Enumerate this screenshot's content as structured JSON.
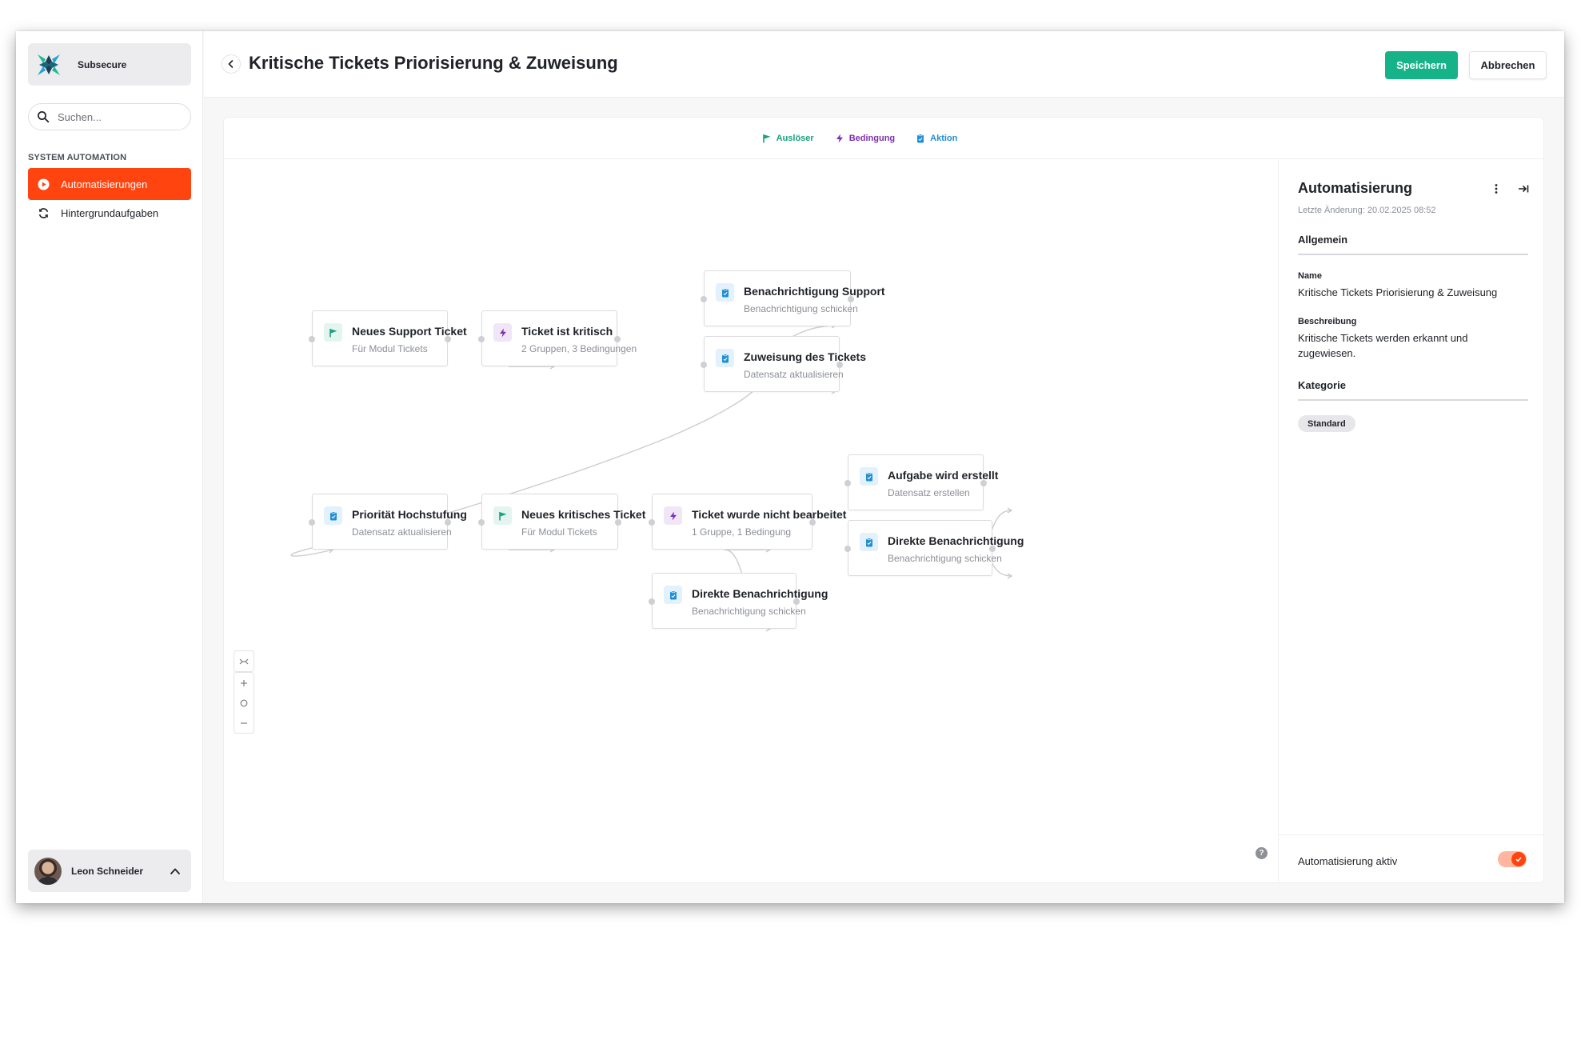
{
  "app": {
    "brand_name": "Subsecure",
    "search_placeholder": "Suchen...",
    "section_title": "SYSTEM AUTOMATION",
    "nav": [
      {
        "label": "Automatisierungen",
        "icon": "play-circle-icon",
        "active": true
      },
      {
        "label": "Hintergrundaufgaben",
        "icon": "refresh-icon",
        "active": false
      }
    ],
    "user_name": "Leon Schneider"
  },
  "header": {
    "title": "Kritische Tickets Priorisierung & Zuweisung",
    "save_label": "Speichern",
    "cancel_label": "Abbrechen"
  },
  "legend": {
    "trigger": "Auslöser",
    "condition": "Bedingung",
    "action": "Aktion"
  },
  "colors": {
    "accent": "#ff4410",
    "save": "#16b288",
    "trigger": "#16a37f",
    "condition": "#7c2fb0",
    "action": "#1e8fd6"
  },
  "nodes": [
    {
      "id": "n1",
      "type": "trigger",
      "icon": "flag-icon",
      "title": "Neues Support Ticket",
      "subtitle": "Für Modul Tickets"
    },
    {
      "id": "n2",
      "type": "condition",
      "icon": "bolt-icon",
      "title": "Ticket ist kritisch",
      "subtitle": "2 Gruppen, 3 Bedingungen"
    },
    {
      "id": "n3",
      "type": "action",
      "icon": "clipboard-icon",
      "title": "Benachrichtigung Support",
      "subtitle": "Benachrichtigung schicken"
    },
    {
      "id": "n4",
      "type": "action",
      "icon": "clipboard-icon",
      "title": "Zuweisung des Tickets",
      "subtitle": "Datensatz aktualisieren"
    },
    {
      "id": "n5",
      "type": "action",
      "icon": "clipboard-icon",
      "title": "Priorität Hochstufung",
      "subtitle": "Datensatz aktualisieren"
    },
    {
      "id": "n6",
      "type": "trigger",
      "icon": "flag-icon",
      "title": "Neues kritisches Ticket",
      "subtitle": "Für Modul Tickets"
    },
    {
      "id": "n7",
      "type": "condition",
      "icon": "bolt-icon",
      "title": "Ticket wurde nicht bearbeitet",
      "subtitle": "1 Gruppe, 1 Bedingung"
    },
    {
      "id": "n8",
      "type": "action",
      "icon": "clipboard-icon",
      "title": "Aufgabe wird erstellt",
      "subtitle": "Datensatz erstellen"
    },
    {
      "id": "n9",
      "type": "action",
      "icon": "clipboard-icon",
      "title": "Direkte Benachrichtigung",
      "subtitle": "Benachrichtigung schicken"
    },
    {
      "id": "n10",
      "type": "action",
      "icon": "clipboard-icon",
      "title": "Direkte Benachrichtigung",
      "subtitle": "Benachrichtigung schicken"
    }
  ],
  "edges": [
    [
      "n1",
      "n2"
    ],
    [
      "n2",
      "n3"
    ],
    [
      "n2",
      "n4"
    ],
    [
      "n2",
      "n5"
    ],
    [
      "n5",
      "n6"
    ],
    [
      "n6",
      "n7"
    ],
    [
      "n6",
      "n10"
    ],
    [
      "n7",
      "n8"
    ],
    [
      "n7",
      "n9"
    ]
  ],
  "panel": {
    "title": "Automatisierung",
    "last_modified": "Letzte Änderung: 20.02.2025 08:52",
    "section_general": "Allgemein",
    "name_label": "Name",
    "name_value": "Kritische Tickets Priorisierung & Zuweisung",
    "description_label": "Beschreibung",
    "description_value": "Kritische Tickets werden erkannt und zugewiesen.",
    "section_category": "Kategorie",
    "category_value": "Standard",
    "active_label": "Automatisierung aktiv",
    "active": true
  }
}
